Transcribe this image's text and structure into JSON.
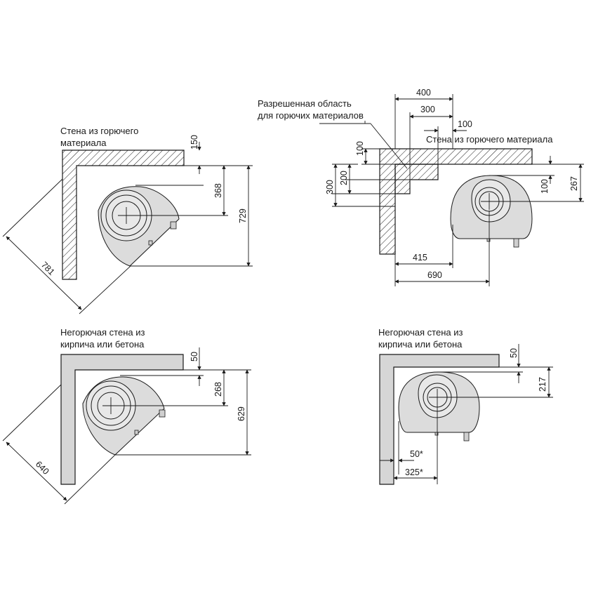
{
  "diagram1": {
    "wall_label_line1": "Стена из горючего",
    "wall_label_line2": "материала",
    "dim_150": "150",
    "dim_368": "368",
    "dim_729": "729",
    "dim_781": "781"
  },
  "diagram2": {
    "area_label_line1": "Разрешенная область",
    "area_label_line2": "для горючих материалов",
    "wall_label": "Стена из горючего материала",
    "dim_400": "400",
    "dim_300_top": "300",
    "dim_100_top": "100",
    "dim_100_left": "100",
    "dim_200": "200",
    "dim_300_left": "300",
    "dim_100_right": "100",
    "dim_267": "267",
    "dim_415": "415",
    "dim_690": "690"
  },
  "diagram3": {
    "wall_label_line1": "Негорючая  стена  из",
    "wall_label_line2": "кирпича или бетона",
    "dim_50": "50",
    "dim_268": "268",
    "dim_629": "629",
    "dim_640": "640"
  },
  "diagram4": {
    "wall_label_line1": "Негорючая  стена  из",
    "wall_label_line2": "кирпича или бетона",
    "dim_50_top": "50",
    "dim_217": "217",
    "dim_50_side": "50*",
    "dim_325": "325*"
  }
}
